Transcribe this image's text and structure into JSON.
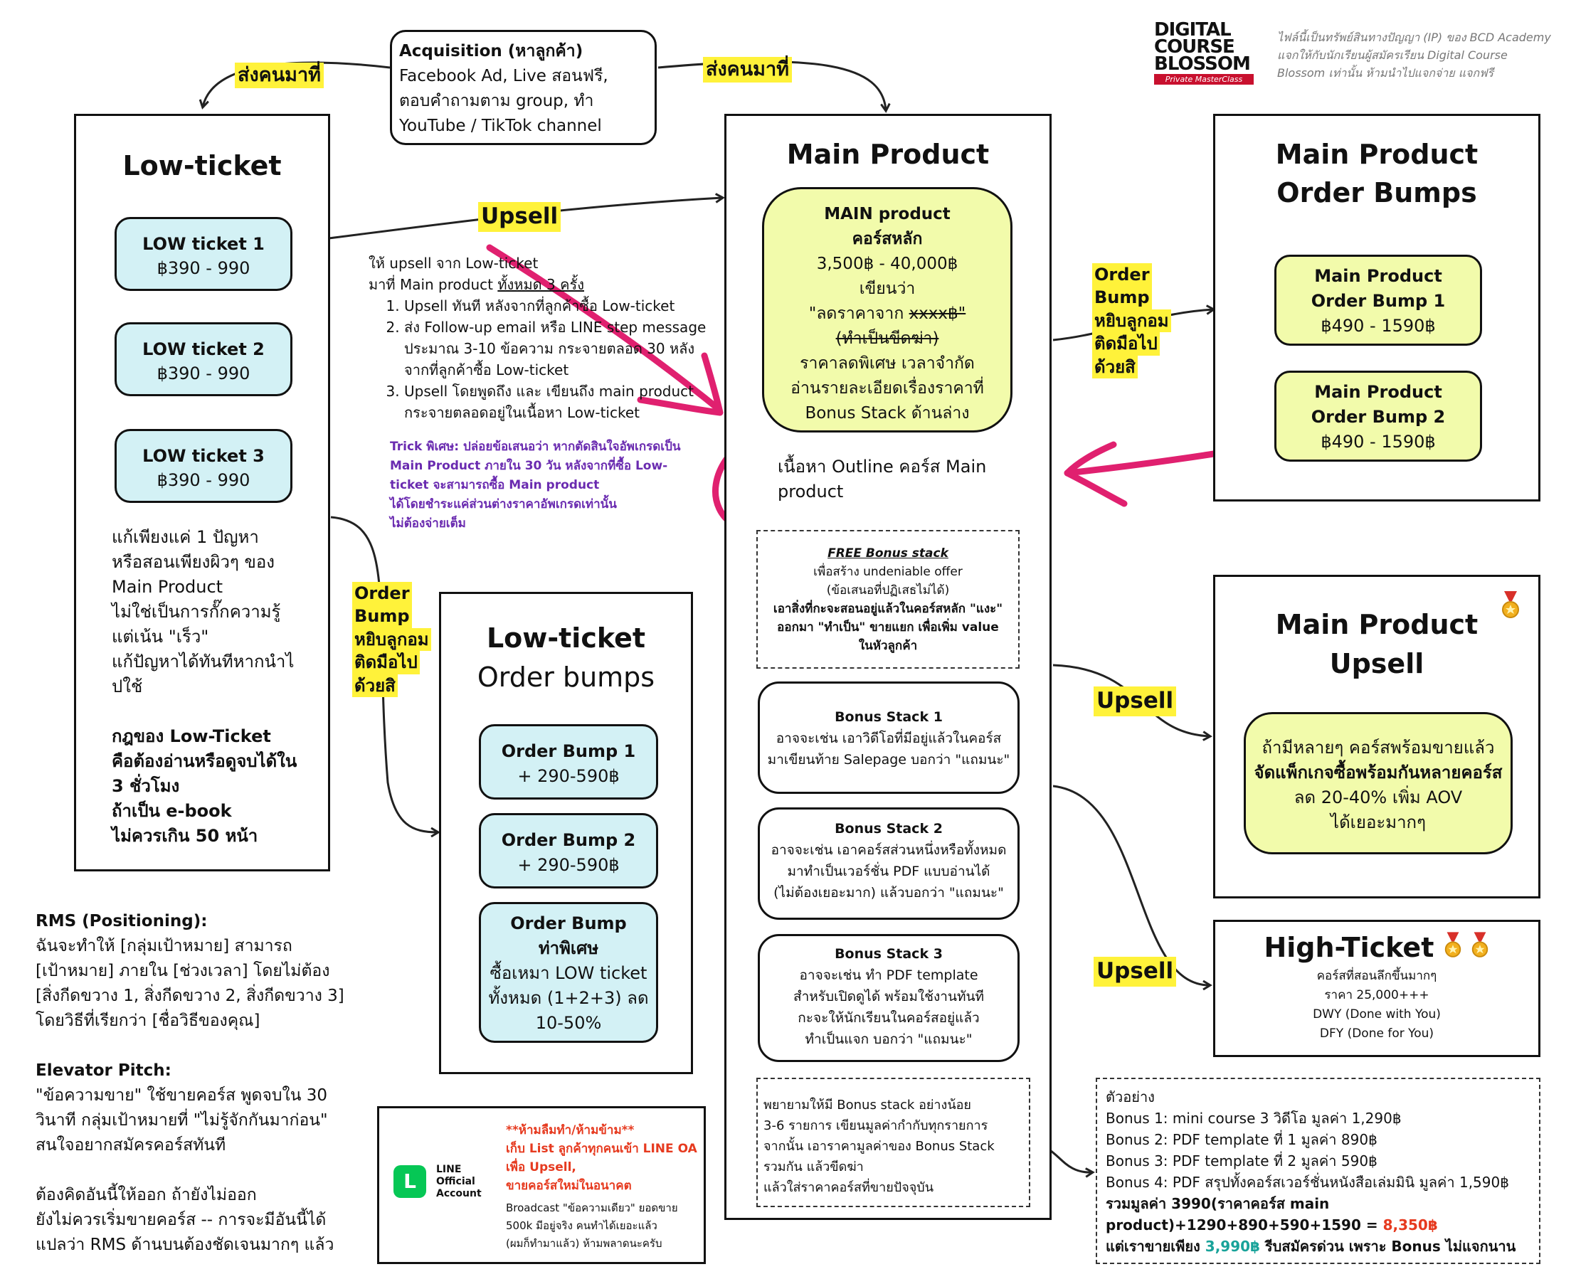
{
  "brand": {
    "logo_line1": "DIGITAL",
    "logo_line2": "COURSE",
    "logo_line3": "BLOSSOM",
    "logo_sub": "Private MasterClass",
    "ip_note_1": "ไฟล์นี้เป็นทรัพย์สินทางปัญญา (IP) ของ BCD Academy",
    "ip_note_2": "แจกให้กับนักเรียนผู้สมัครเรียน Digital Course",
    "ip_note_3": "Blossom เท่านั้น ห้ามนำไปแจกจ่าย แจกฟรี"
  },
  "acquisition": {
    "title": "Acquisition (หาลูกค้า)",
    "line1": "Facebook Ad, Live สอนฟรี,",
    "line2": "ตอบคำถามตาม group, ทำ",
    "line3": "YouTube / TikTok channel"
  },
  "labels": {
    "send_people_left": "ส่งคนมาที่",
    "send_people_right": "ส่งคนมาที่",
    "upsell_top": "Upsell",
    "upsell_mid": "Upsell",
    "upsell_bottom": "Upsell",
    "order_bump_lt": [
      "Order",
      "Bump",
      "หยิบลูกอม",
      "ติดมือไป",
      "ด้วยสิ"
    ],
    "order_bump_main": [
      "Order",
      "Bump",
      "หยิบลูกอม",
      "ติดมือไป",
      "ด้วยสิ"
    ]
  },
  "low_ticket": {
    "title": "Low-ticket",
    "items": [
      {
        "name": "LOW ticket 1",
        "price": "฿390 - 990"
      },
      {
        "name": "LOW ticket 2",
        "price": "฿390 - 990"
      },
      {
        "name": "LOW ticket 3",
        "price": "฿390 - 990"
      }
    ],
    "desc": [
      "แก้เพียงแค่ 1 ปัญหา",
      "หรือสอนเพียงผิวๆ ของ",
      "Main Product",
      "ไม่ใช่เป็นการกั๊กความรู้",
      "แต่เน้น \"เร็ว\"",
      "แก้ปัญหาได้ทันทีหากนำไ",
      "ปใช้"
    ],
    "rule": [
      "กฎของ Low-Ticket",
      "คือต้องอ่านหรือดูจบได้ใน",
      "3 ชั่วโมง",
      "ถ้าเป็น e-book",
      "ไม่ควรเกิน 50 หน้า"
    ]
  },
  "upsell_notes": {
    "intro1": "ให้ upsell จาก Low-ticket",
    "intro2_a": "มาที่ Main product ",
    "intro2_b": "ทั้งหมด 3 ครั้ง",
    "steps": [
      "Upsell ทันที หลังจากที่ลูกค้าซื้อ Low-ticket",
      "ส่ง Follow-up email หรือ LINE step message ประมาณ 3-10 ข้อความ กระจายตลอด 30 หลังจากที่ลูกค้าซื้อ Low-ticket",
      "Upsell โดยพูดถึง และ เขียนถึง main product กระจายตลอดอยู่ในเนื้อหา Low-ticket"
    ],
    "trick": [
      "Trick พิเศษ: ปล่อยข้อเสนอว่า หากตัดสินใจอัพเกรดเป็น",
      "Main Product ภายใน 30 วัน หลังจากที่ซื้อ Low-",
      "ticket จะสามารถซื้อ Main product",
      "ได้โดยชำระแค่ส่วนต่างราคาอัพเกรดเท่านั้น",
      "ไม่ต้องจ่ายเต็ม"
    ]
  },
  "lt_bumps": {
    "title1": "Low-ticket",
    "title2": "Order bumps",
    "bump1_name": "Order Bump 1",
    "bump1_price": "+ 290-590฿",
    "bump2_name": "Order Bump 2",
    "bump2_price": "+ 290-590฿",
    "special_name1": "Order Bump",
    "special_name2": "ท่าพิเศษ",
    "special_l1": "ซื้อเหมา LOW ticket",
    "special_l2": "ทั้งหมด (1+2+3) ลด",
    "special_l3": "10-50%"
  },
  "main_product": {
    "title": "Main Product",
    "box_name": "MAIN product",
    "box_sub": "คอร์สหลัก",
    "box_price": "3,500฿ - 40,000฿",
    "box_l1": "เขียนว่า",
    "box_l2a": "\"ลดราคาจาก ",
    "box_l2b": "xxxx฿\"",
    "box_l3": "(ทำเป็นขีดฆ่า)",
    "box_l4": "ราคาลดพิเศษ เวลาจำกัด",
    "box_l5": "อ่านรายละเอียดเรื่องราคาที่",
    "box_l6": "Bonus Stack ด้านล่าง",
    "outline1": "เนื้อหา Outline คอร์ส Main",
    "outline2": "product",
    "free_title": "FREE Bonus stack",
    "free_l1": "เพื่อสร้าง undeniable offer",
    "free_l2": "(ข้อเสนอที่ปฏิเสธไม่ได้)",
    "free_l3": "เอาสิ่งที่กะจะสอนอยู่แล้วในคอร์สหลัก \"แงะ\"",
    "free_l4": "ออกมา \"ทำเป็น\" ขายแยก เพื่อเพิ่ม value",
    "free_l5": "ในหัวลูกค้า",
    "bonus1": [
      "Bonus Stack 1",
      "อาจจะเช่น เอาวิดีโอที่มีอยู่แล้วในคอร์ส",
      "มาเขียนท้าย Salepage บอกว่า \"แถมนะ\""
    ],
    "bonus2": [
      "Bonus Stack 2",
      "อาจจะเช่น เอาคอร์สส่วนหนึ่งหรือทั้งหมด",
      "มาทำเป็นเวอร์ชั่น PDF แบบอ่านได้",
      "(ไม่ต้องเยอะมาก) แล้วบอกว่า \"แถมนะ\""
    ],
    "bonus3": [
      "Bonus Stack 3",
      "อาจจะเช่น ทำ PDF template",
      "สำหรับเปิดดูได้ พร้อมใช้งานทันที",
      "กะจะให้นักเรียนในคอร์สอยู่แล้ว",
      "ทำเป็นแจก บอกว่า \"แถมนะ\""
    ],
    "tip": [
      "พยายามให้มี Bonus stack อย่างน้อย",
      "3-6 รายการ เขียนมูลค่ากำกับทุกรายการ",
      "จากนั้น เอาราคามูลค่าของ Bonus Stack",
      "รวมกัน แล้วขีดฆ่า",
      "แล้วใส่ราคาคอร์สที่ขายปัจจุบัน"
    ]
  },
  "main_bumps": {
    "title1": "Main Product",
    "title2": "Order Bumps",
    "b1_l1": "Main Product",
    "b1_l2": "Order Bump 1",
    "b1_price": "฿490 - 1590฿",
    "b2_l1": "Main Product",
    "b2_l2": "Order Bump 2",
    "b2_price": "฿490 - 1590฿"
  },
  "main_upsell": {
    "title1": "Main Product",
    "title2": "Upsell",
    "l1": "ถ้ามีหลายๆ คอร์สพร้อมขายแล้ว",
    "l2": "จัดแพ็กเกจซื้อพร้อมกันหลายคอร์ส",
    "l3": "ลด 20-40% เพิ่ม AOV",
    "l4": "ได้เยอะมากๆ"
  },
  "high_ticket": {
    "title": "High-Ticket",
    "l1": "คอร์สที่สอนลึกขึ้นมากๆ",
    "l2": "ราคา 25,000+++",
    "l3": "DWY (Done with You)",
    "l4": "DFY (Done for You)"
  },
  "rms": {
    "title": "RMS (Positioning):",
    "l1": "ฉันจะทำให้ [กลุ่มเป้าหมาย] สามารถ",
    "l2": "[เป้าหมาย] ภายใน [ช่วงเวลา] โดยไม่ต้อง",
    "l3": "[สิ่งกีดขวาง 1, สิ่งกีดขวาง 2, สิ่งกีดขวาง 3]",
    "l4": "โดยวิธีที่เรียกว่า [ชื่อวิธีของคุณ]",
    "pitch_title": "Elevator Pitch:",
    "p1": "\"ข้อความขาย\" ใช้ขายคอร์ส พูดจบใน 30",
    "p2": "วินาที กลุ่มเป้าหมายที่ \"ไม่รู้จักกันมาก่อน\"",
    "p3": "สนใจอยากสมัครคอร์สทันที",
    "m1": "ต้องคิดอันนี้ให้ออก ถ้ายังไม่ออก",
    "m2": "ยังไม่ควรเริ่มขายคอร์ส -- การจะมีอันนี้ได้",
    "m3": "แปลว่า RMS ด้านบนต้องชัดเจนมากๆ แล้ว"
  },
  "line_oa": {
    "logo_letter": "L",
    "brand1": "LINE",
    "brand2": "Official",
    "brand3": "Account",
    "w1": "**ห้ามลืมทำ/ห้ามข้าม**",
    "w2": "เก็บ List ลูกค้าทุกคนเข้า LINE OA",
    "w3": "เพื่อ Upsell,",
    "w4": "ขายคอร์สใหม่ในอนาคต",
    "n1": "Broadcast \"ข้อความเดียว\" ยอดขาย",
    "n2": "500k มีอยู่จริง คนทำได้เยอะแล้ว",
    "n3": "(ผมก็ทำมาแล้ว) ห้ามพลาดนะครับ"
  },
  "example": {
    "title": "ตัวอย่าง",
    "b1": "Bonus 1: mini course 3 วิดีโอ มูลค่า 1,290฿",
    "b2": "Bonus 2: PDF template ที่ 1 มูลค่า 890฿",
    "b3": "Bonus 3: PDF template ที่ 2 มูลค่า 590฿",
    "b4": "Bonus 4: PDF สรุปทั้งคอร์สเวอร์ชั่นหนังสือเล่มมินิ มูลค่า 1,590฿",
    "s1": "รวมมูลค่า 3990(ราคาคอร์ส main",
    "s2a": "product)+1290+890+590+1590 = ",
    "s2b": "8,350฿",
    "s3a": "แต่เราขายเพียง ",
    "s3b": "3,990฿",
    "s3c": " รีบสมัครด่วน เพราะ Bonus ไม่แจกนาน"
  },
  "colors": {
    "cyan_box": "#d3f1f5",
    "yellow_box": "#f2fbab",
    "highlight": "#fff23a",
    "pink_annotation": "#e0206f",
    "trick_purple": "#6a2bb0",
    "warning_red": "#e63a1f",
    "price_green": "#19a39a",
    "line_green": "#06c755"
  },
  "icons": [
    "medal-icon",
    "line-logo-icon",
    "arrow-icon"
  ]
}
